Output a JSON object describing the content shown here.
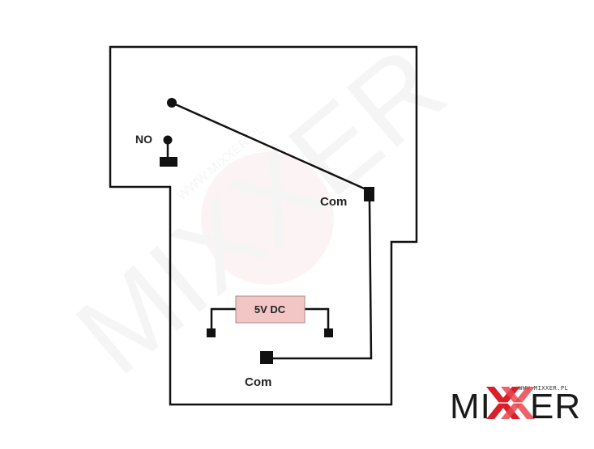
{
  "diagram": {
    "labels": {
      "no": "NO",
      "com_top": "Com",
      "com_bottom": "Com",
      "coil": "5V DC"
    },
    "colors": {
      "stroke": "#111111",
      "coil_fill": "#f3c6c6",
      "coil_border": "#b08a8a"
    }
  },
  "watermark": {
    "text": "MIXXER",
    "url": "WWW.MIXXER.PL"
  },
  "logo": {
    "url": "WWW.MIXXER.PL",
    "prefix": "MI",
    "suffix": "ER"
  }
}
